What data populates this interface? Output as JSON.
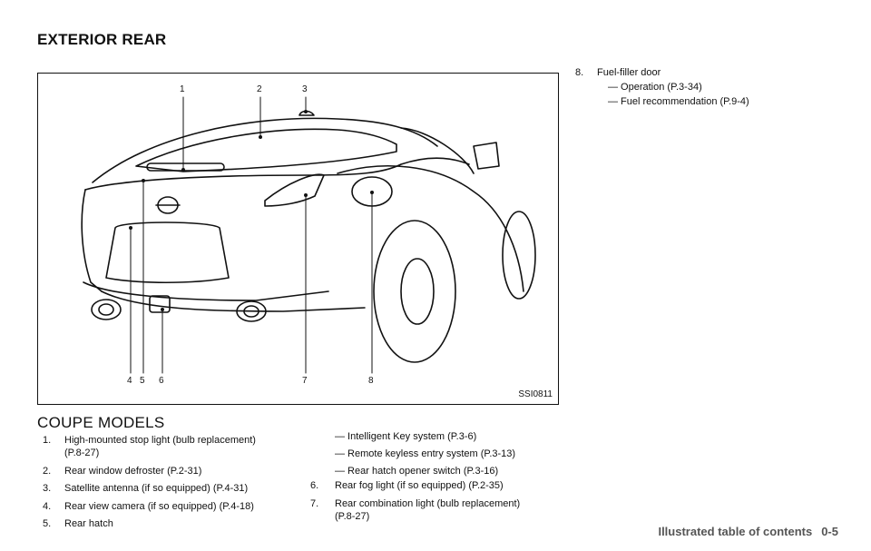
{
  "heading": "EXTERIOR REAR",
  "figure": {
    "code": "SSI0811",
    "callouts_top": [
      "1",
      "2",
      "3"
    ],
    "callouts_bottom": [
      "4",
      "5",
      "6",
      "7",
      "8"
    ]
  },
  "section_title": "COUPE MODELS",
  "list_col1": [
    {
      "num": "1.",
      "text": "High-mounted stop light (bulb replacement)",
      "cont": "(P.8-27)"
    },
    {
      "num": "2.",
      "text": "Rear window defroster (P.2-31)"
    },
    {
      "num": "3.",
      "text": "Satellite antenna (if so equipped) (P.4-31)"
    },
    {
      "num": "4.",
      "text": "Rear view camera (if so equipped) (P.4-18)"
    },
    {
      "num": "5.",
      "text": "Rear hatch"
    }
  ],
  "list_col2": {
    "item5_subs": [
      "— Intelligent Key system (P.3-6)",
      "— Remote keyless entry system (P.3-13)",
      "— Rear hatch opener switch (P.3-16)"
    ],
    "items": [
      {
        "num": "6.",
        "text": "Rear fog light (if so equipped) (P.2-35)"
      },
      {
        "num": "7.",
        "text": "Rear combination light (bulb replacement)",
        "cont": "(P.8-27)"
      }
    ]
  },
  "list_col3": {
    "item": {
      "num": "8.",
      "text": "Fuel-filler door"
    },
    "subs": [
      "— Operation (P.3-34)",
      "— Fuel recommendation (P.9-4)"
    ]
  },
  "footer": {
    "label": "Illustrated table of contents",
    "page": "0-5"
  }
}
